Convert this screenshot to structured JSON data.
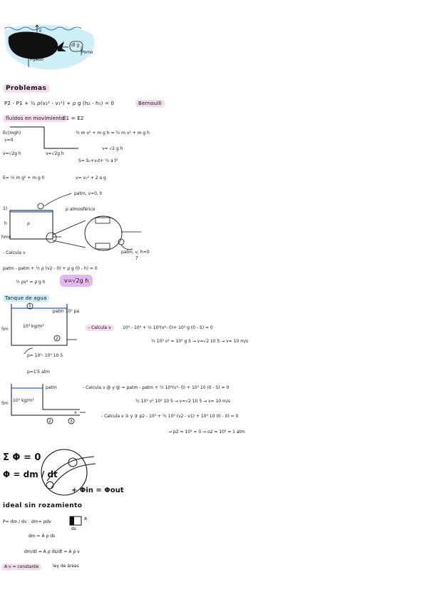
{
  "whale": {
    "label_e": "E",
    "label_peso": "P.peso",
    "label_box": "dl g",
    "label_box_sub": "Pomo"
  },
  "headings": {
    "problemas": "Problemas",
    "fluidos": "fluidos en movimiento",
    "tanque": "Tanque de agua",
    "ideal": "ideal sin rozamiento"
  },
  "formulas": {
    "bernoulli_eq": "P2 - P1 + ½ ρ(v₂² - v₁²) + ρ g (h₂ - h₁) = 0",
    "bernoulli_tag": "Bernoulli",
    "e1e2": "E1 = E2",
    "left_label1": "Ec(mgh)",
    "left_label2": "v=0",
    "v_left": "v=√2g h",
    "v_right": "v=√2g h",
    "energy1": "½ m v² + m g h = ½ m v² + m g h",
    "v_sqrt": "v= √2 g h",
    "s_eq": "S= S₀+v₀t+ ½ a t²",
    "e_eq": "E= ½ m g² + m g h",
    "v2_eq": "v= v₀² + 2 a g",
    "patm": "patm, v=0, h",
    "p_atmos": "p atmosférico",
    "calcula_v": "- Calcula v",
    "patm_v0": "patm, v, h=0",
    "qmark": "?",
    "eq_patm": "patm - patm + ½ ρ (v2 - 0) + ρ g (0 - h) = 0",
    "eq_simpl": "½ ρv² = ρ g h",
    "result_box": "v=√2g h",
    "one": "1)",
    "rho": "ρ",
    "h": "h",
    "hmo": "hmo"
  },
  "tank1": {
    "label_1": "1",
    "label_2": "2",
    "patm": "patm 10⁵ pa",
    "density": "10³ kg/m³",
    "five_m": "5m",
    "calcula_v": "- Calcula v",
    "eq1": "10⁵ - 10⁵ + ½ 10³(v²- 0)+ 10³ g (0 - 5) = 0",
    "eq2": "½ 10³ v² = 10³ g 5 → v=√2 10 5 → v= 10 m/s",
    "p_eq": "p= 10⁵- 10³ 10 5",
    "p_result": "p=1'5 atm"
  },
  "tank2": {
    "patm": "patm",
    "density": "10³ kg/m³",
    "five_m": "5m",
    "eq1": "- Calcula v @ y @ = patm - patm + ½ 10³(v²- 0) + 10³ 10 (0 - 5) = 0",
    "eq2": "½ 10³ v² 10³ 10 5 → v=√2 10 5 → v= 10 m/s",
    "eq3": "- Calcula v ② y ③     p2 - 10⁵ + ½ 10³ (v2 - v1) + 10³ 10 (0 - 0) = 0",
    "eq4": "→ p2 = 10⁵ = 0 → o2 = 10⁵ = 1 atm",
    "label_2": "2",
    "label_3": "3",
    "x": "x"
  },
  "flux": {
    "sum": "Σ Φ = 0",
    "phi": "Φ = dm / dt",
    "phi_in_out": "+ Φin = Φout"
  },
  "ideal": {
    "p_eq": "P= dm / dv",
    "dm_eq": "dm= ρdv",
    "dm2": "dm = A ρ ds",
    "dmdt": "dm/dt = A ρ ds/dt = A ρ v",
    "a_const": "A·v = constante",
    "ley": "ley de áreas",
    "box_label": "A",
    "ds": "ds"
  }
}
